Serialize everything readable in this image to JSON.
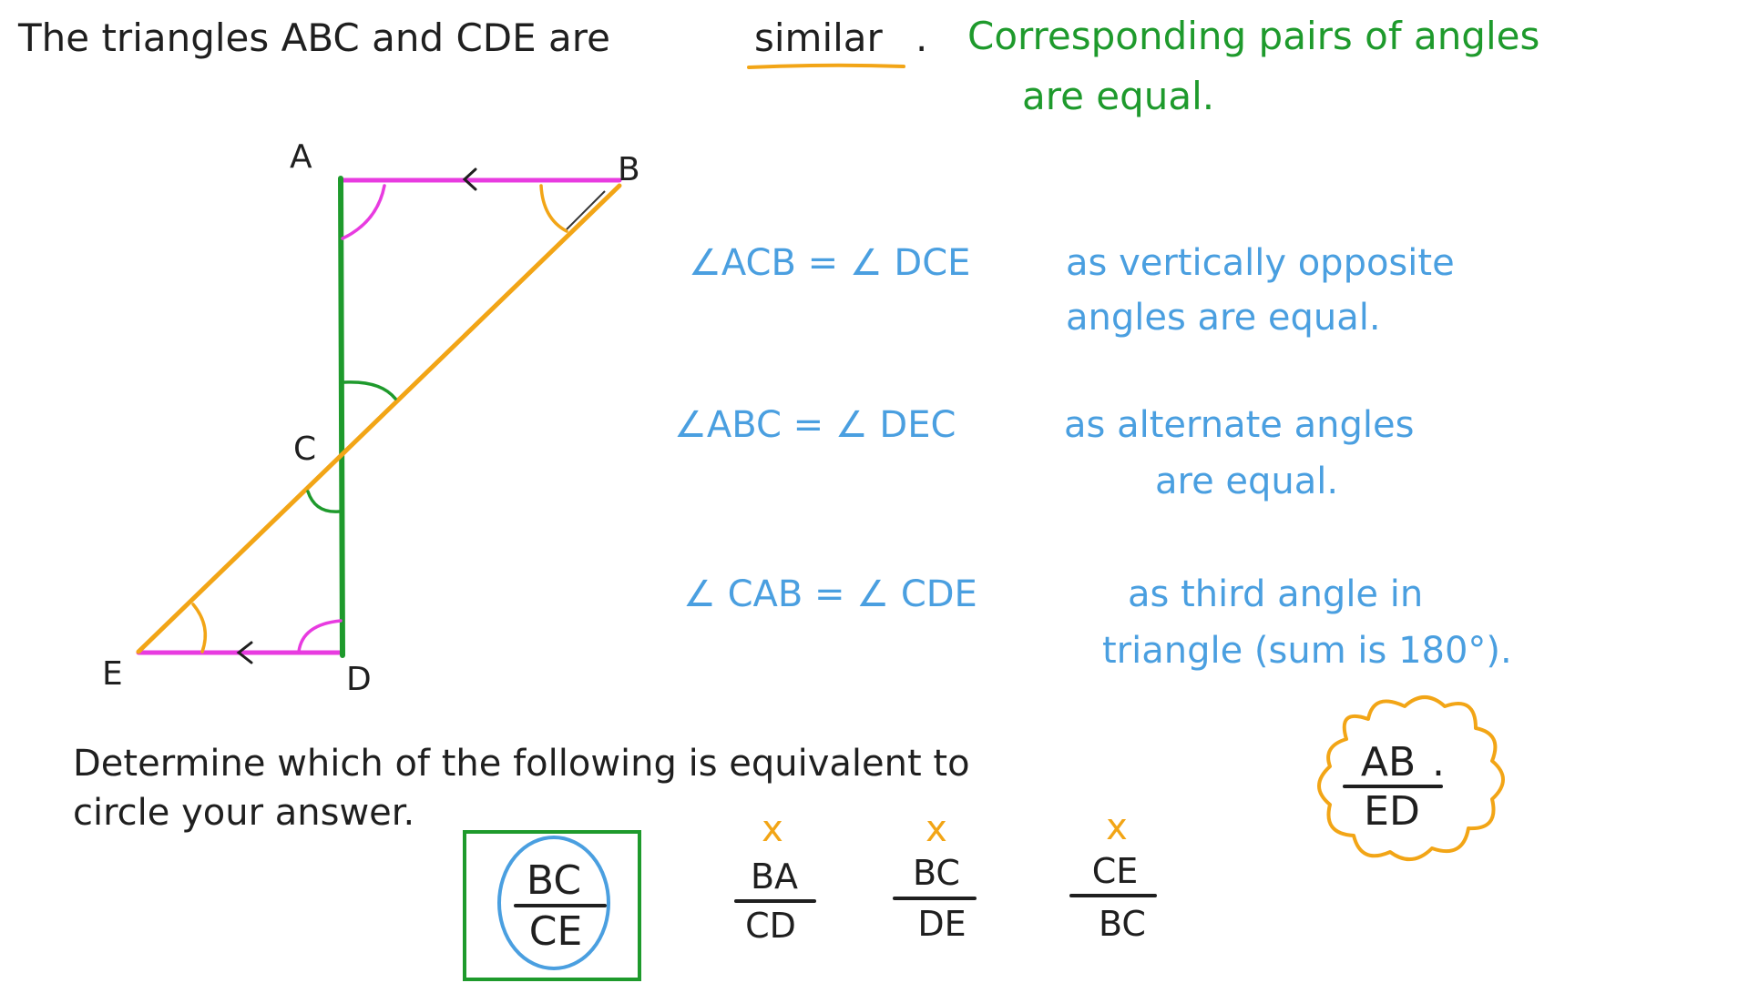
{
  "statement": {
    "part1": "The triangles ABC and CDE are",
    "keyword": "similar",
    "end": "."
  },
  "note": {
    "line1": "Corresponding pairs of angles",
    "line2": "are equal."
  },
  "vertices": {
    "A": "A",
    "B": "B",
    "C": "C",
    "D": "D",
    "E": "E"
  },
  "reasons": [
    {
      "eq": "∠ACB = ∠ DCE",
      "line1": "as vertically opposite",
      "line2": "angles are equal."
    },
    {
      "eq": "∠ABC = ∠ DEC",
      "line1": "as alternate angles",
      "line2": "are equal."
    },
    {
      "eq": "∠ CAB = ∠ CDE",
      "line1": "as third angle in",
      "line2": "triangle (sum is 180°)."
    }
  ],
  "question": {
    "line1": "Determine which of the following is equivalent to",
    "line2": "circle your answer.",
    "target": {
      "num": "AB",
      "den": "ED"
    },
    "target_dot": "."
  },
  "options": [
    {
      "num": "BC",
      "den": "CE",
      "mark": "",
      "selected": true
    },
    {
      "num": "BA",
      "den": "CD",
      "mark": "x",
      "selected": false
    },
    {
      "num": "BC",
      "den": "DE",
      "mark": "x",
      "selected": false
    },
    {
      "num": "CE",
      "den": "BC",
      "mark": "x",
      "selected": false
    }
  ],
  "colors": {
    "text": "#1f1f1f",
    "green": "#1e9a2c",
    "blue": "#4a9fe0",
    "orange": "#f2a516",
    "magenta": "#e83be0",
    "answer_box": "#1e9a2c",
    "answer_circle": "#4a9fe0"
  }
}
